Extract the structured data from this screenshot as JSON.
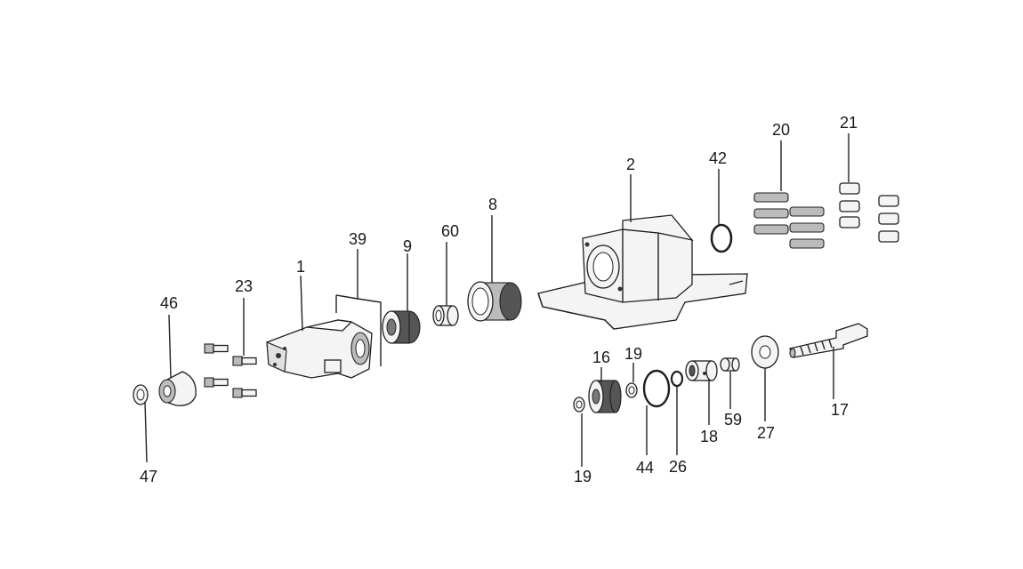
{
  "diagram": {
    "labels": [
      {
        "id": "l47",
        "text": "47"
      },
      {
        "id": "l46",
        "text": "46"
      },
      {
        "id": "l23",
        "text": "23"
      },
      {
        "id": "l1",
        "text": "1"
      },
      {
        "id": "l39",
        "text": "39"
      },
      {
        "id": "l9",
        "text": "9"
      },
      {
        "id": "l60",
        "text": "60"
      },
      {
        "id": "l8",
        "text": "8"
      },
      {
        "id": "l2",
        "text": "2"
      },
      {
        "id": "l42",
        "text": "42"
      },
      {
        "id": "l20",
        "text": "20"
      },
      {
        "id": "l21",
        "text": "21"
      },
      {
        "id": "l16",
        "text": "16"
      },
      {
        "id": "l19a",
        "text": "19"
      },
      {
        "id": "l19b",
        "text": "19"
      },
      {
        "id": "l44",
        "text": "44"
      },
      {
        "id": "l26",
        "text": "26"
      },
      {
        "id": "l18",
        "text": "18"
      },
      {
        "id": "l59",
        "text": "59"
      },
      {
        "id": "l27",
        "text": "27"
      },
      {
        "id": "l17",
        "text": "17"
      }
    ]
  }
}
